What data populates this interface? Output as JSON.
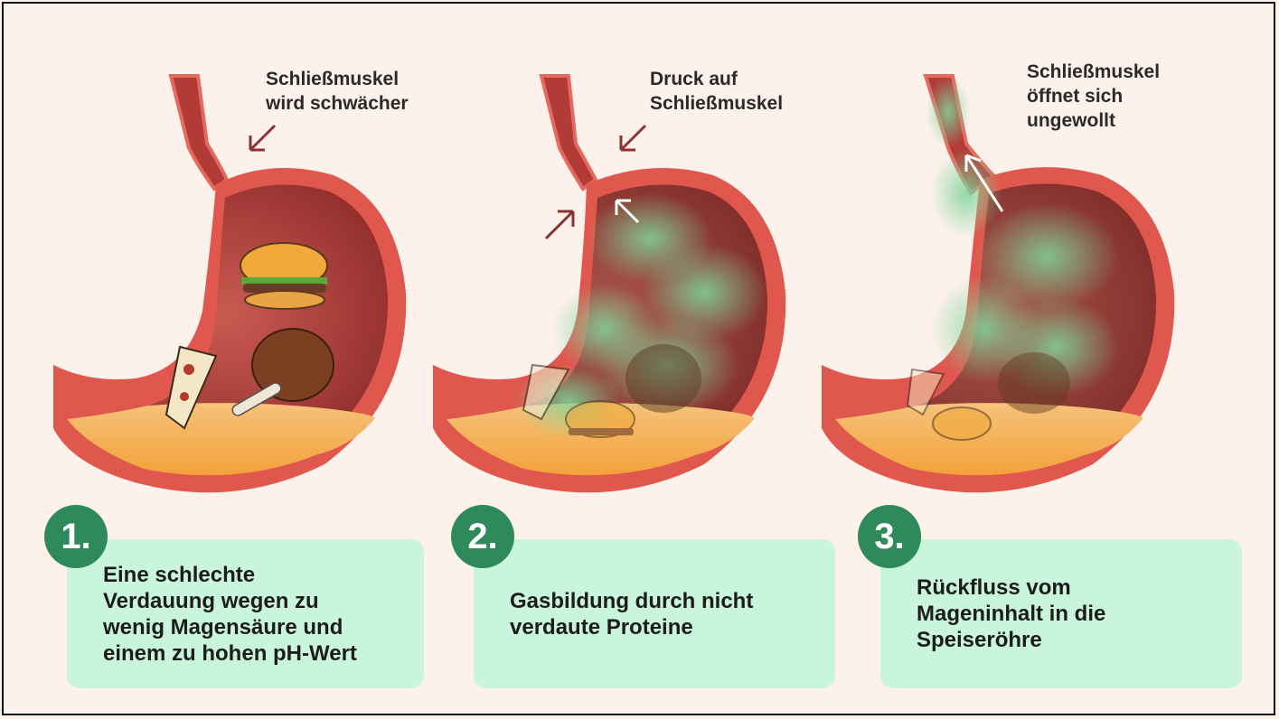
{
  "colors": {
    "background": "#fdf1ec",
    "badge": "#2f8a5b",
    "card": "#c8f5dc",
    "stomach_wall": "#e0574d",
    "gas": "#7fd59a"
  },
  "panels": [
    {
      "step": "1.",
      "annotation": [
        "Schließmuskel",
        "wird schwächer"
      ],
      "caption": [
        "Eine schlechte",
        "Verdauung wegen zu",
        "wenig Magensäure und",
        "einem zu hohen pH-Wert"
      ]
    },
    {
      "step": "2.",
      "annotation": [
        "Druck auf",
        "Schließmuskel"
      ],
      "caption": [
        "Gasbildung durch nicht",
        "verdaute Proteine"
      ]
    },
    {
      "step": "3.",
      "annotation": [
        "Schließmuskel",
        "öffnet sich",
        "ungewollt"
      ],
      "caption": [
        "Rückfluss vom",
        "Mageninhalt in die",
        "Speiseröhre"
      ]
    }
  ]
}
